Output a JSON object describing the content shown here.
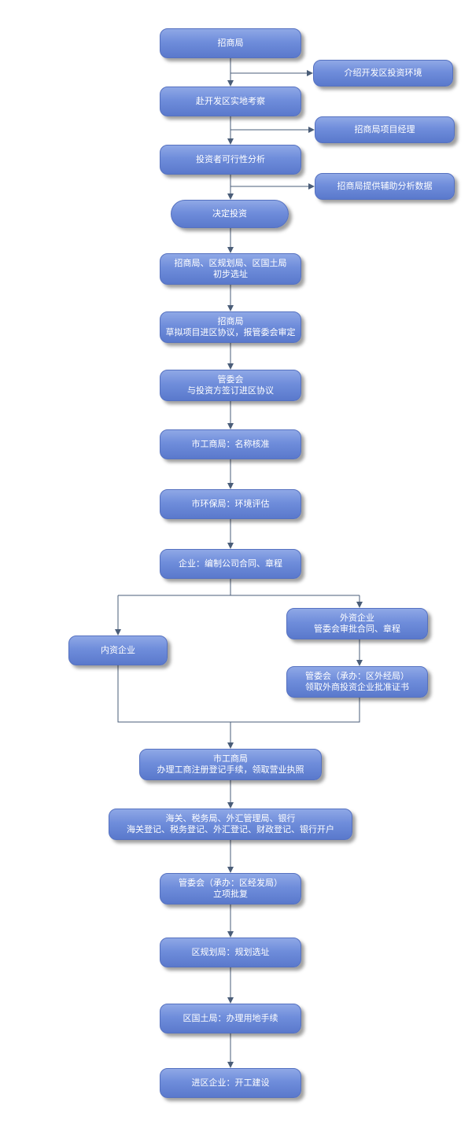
{
  "nodes": {
    "n1": {
      "lines": [
        "招商局"
      ]
    },
    "n2": {
      "lines": [
        "赴开发区实地考察"
      ]
    },
    "n3": {
      "lines": [
        "投资者可行性分析"
      ]
    },
    "n4": {
      "lines": [
        "决定投资"
      ]
    },
    "n5": {
      "lines": [
        "招商局、区规划局、区国土局",
        "初步选址"
      ]
    },
    "n6": {
      "lines": [
        "招商局",
        "草拟项目进区协议，报管委会审定"
      ]
    },
    "n7": {
      "lines": [
        "管委会",
        "与投资方签订进区协议"
      ]
    },
    "n8": {
      "lines": [
        "市工商局：名称核准"
      ]
    },
    "n9": {
      "lines": [
        "市环保局：环境评估"
      ]
    },
    "n10": {
      "lines": [
        "企业：编制公司合同、章程"
      ]
    },
    "n11": {
      "lines": [
        "外资企业",
        "管委会审批合同、章程"
      ]
    },
    "n12": {
      "lines": [
        "内资企业"
      ]
    },
    "n13": {
      "lines": [
        "管委会（承办：区外经局）",
        "领取外商投资企业批准证书"
      ]
    },
    "n14": {
      "lines": [
        "市工商局",
        "办理工商注册登记手续，领取营业执照"
      ]
    },
    "n15": {
      "lines": [
        "海关、税务局、外汇管理局、银行",
        "海关登记、税务登记、外汇登记、财政登记、银行开户"
      ]
    },
    "n16": {
      "lines": [
        "管委会（承办：区经发局）",
        "立项批复"
      ]
    },
    "n17": {
      "lines": [
        "区规划局：规划选址"
      ]
    },
    "n18": {
      "lines": [
        "区国土局：办理用地手续"
      ]
    },
    "n19": {
      "lines": [
        "进区企业：开工建设"
      ]
    },
    "s1": {
      "lines": [
        "介绍开发区投资环境"
      ]
    },
    "s2": {
      "lines": [
        "招商局项目经理"
      ]
    },
    "s3": {
      "lines": [
        "招商局提供辅助分析数据"
      ]
    }
  },
  "colors": {
    "box_top": "#8fa8e6",
    "box_bottom": "#5a79cc",
    "line": "#4a5d78",
    "text": "#ffffff"
  }
}
